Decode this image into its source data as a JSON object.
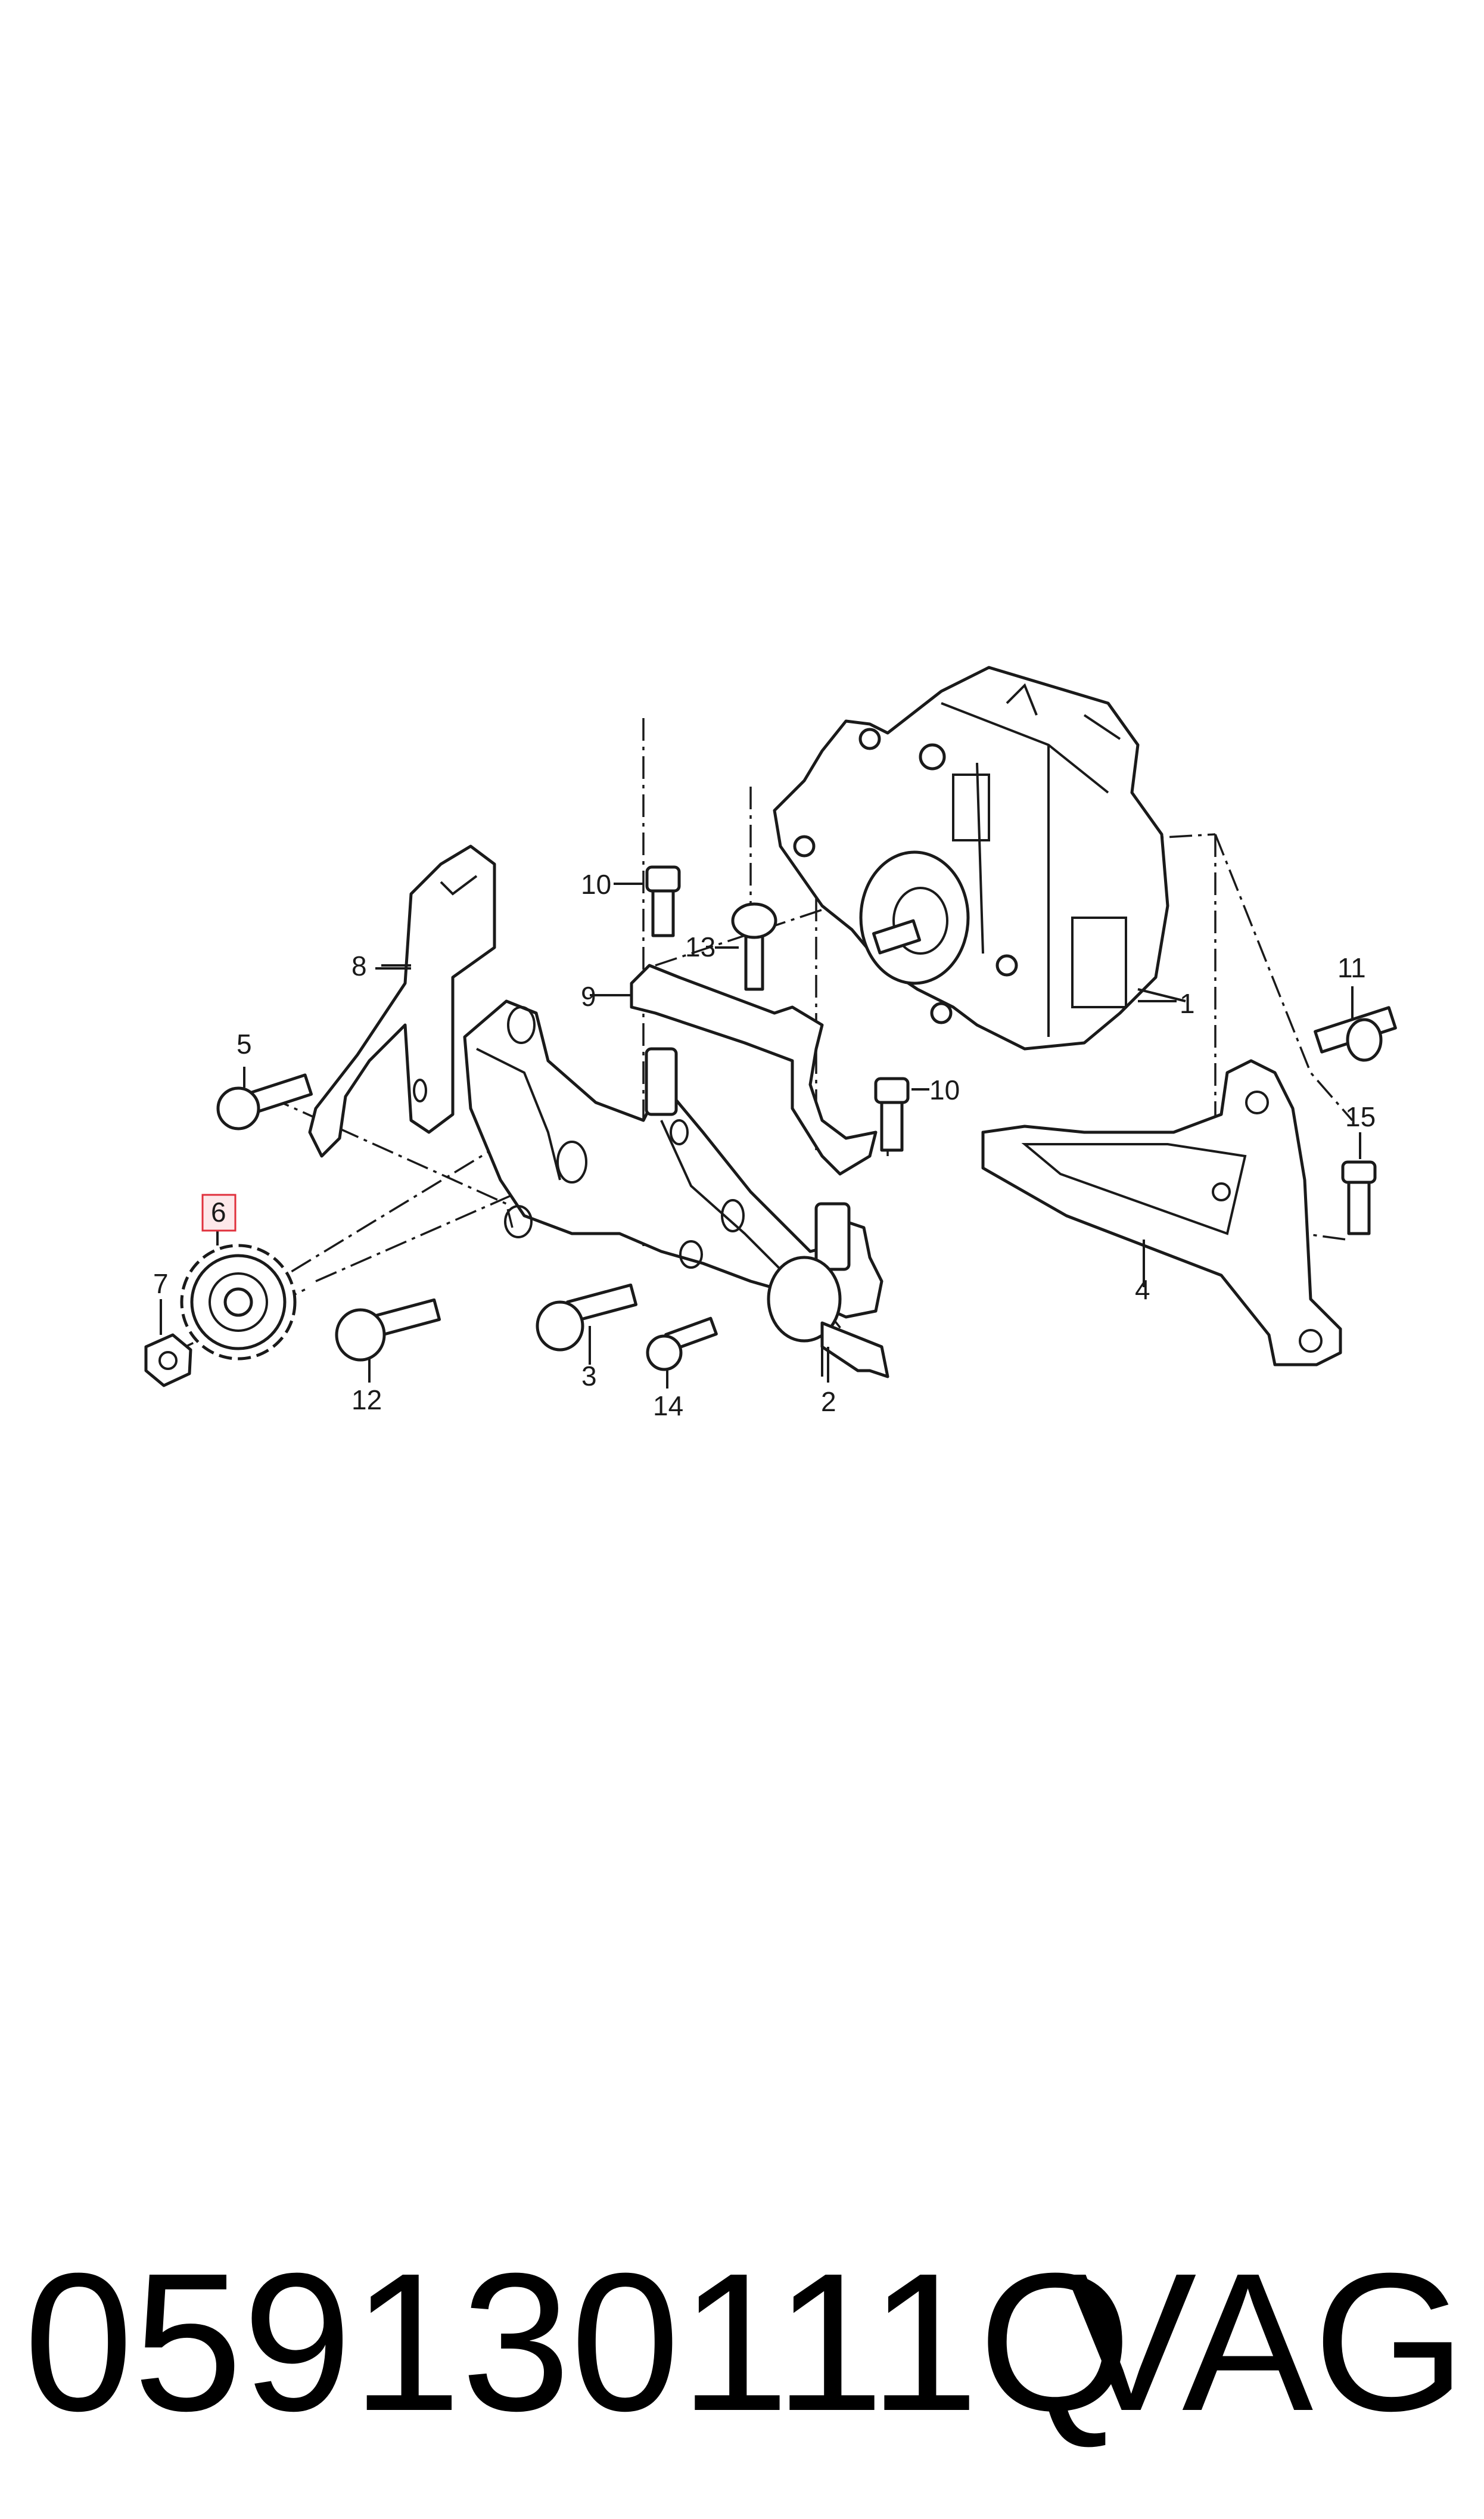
{
  "diagram": {
    "callouts": {
      "c1": "1",
      "c2": "2",
      "c3": "3",
      "c4": "4",
      "c5": "5",
      "c6": "6",
      "c7": "7",
      "c8": "8",
      "c9": "9",
      "c10a": "10",
      "c10b": "10",
      "c11": "11",
      "c12": "12",
      "c13": "13",
      "c14": "14",
      "c15": "15"
    },
    "highlighted_callout": "6",
    "highlight_color": "#e0303c"
  },
  "footer": {
    "part_number": "059130111Q",
    "brand": "VAG"
  }
}
